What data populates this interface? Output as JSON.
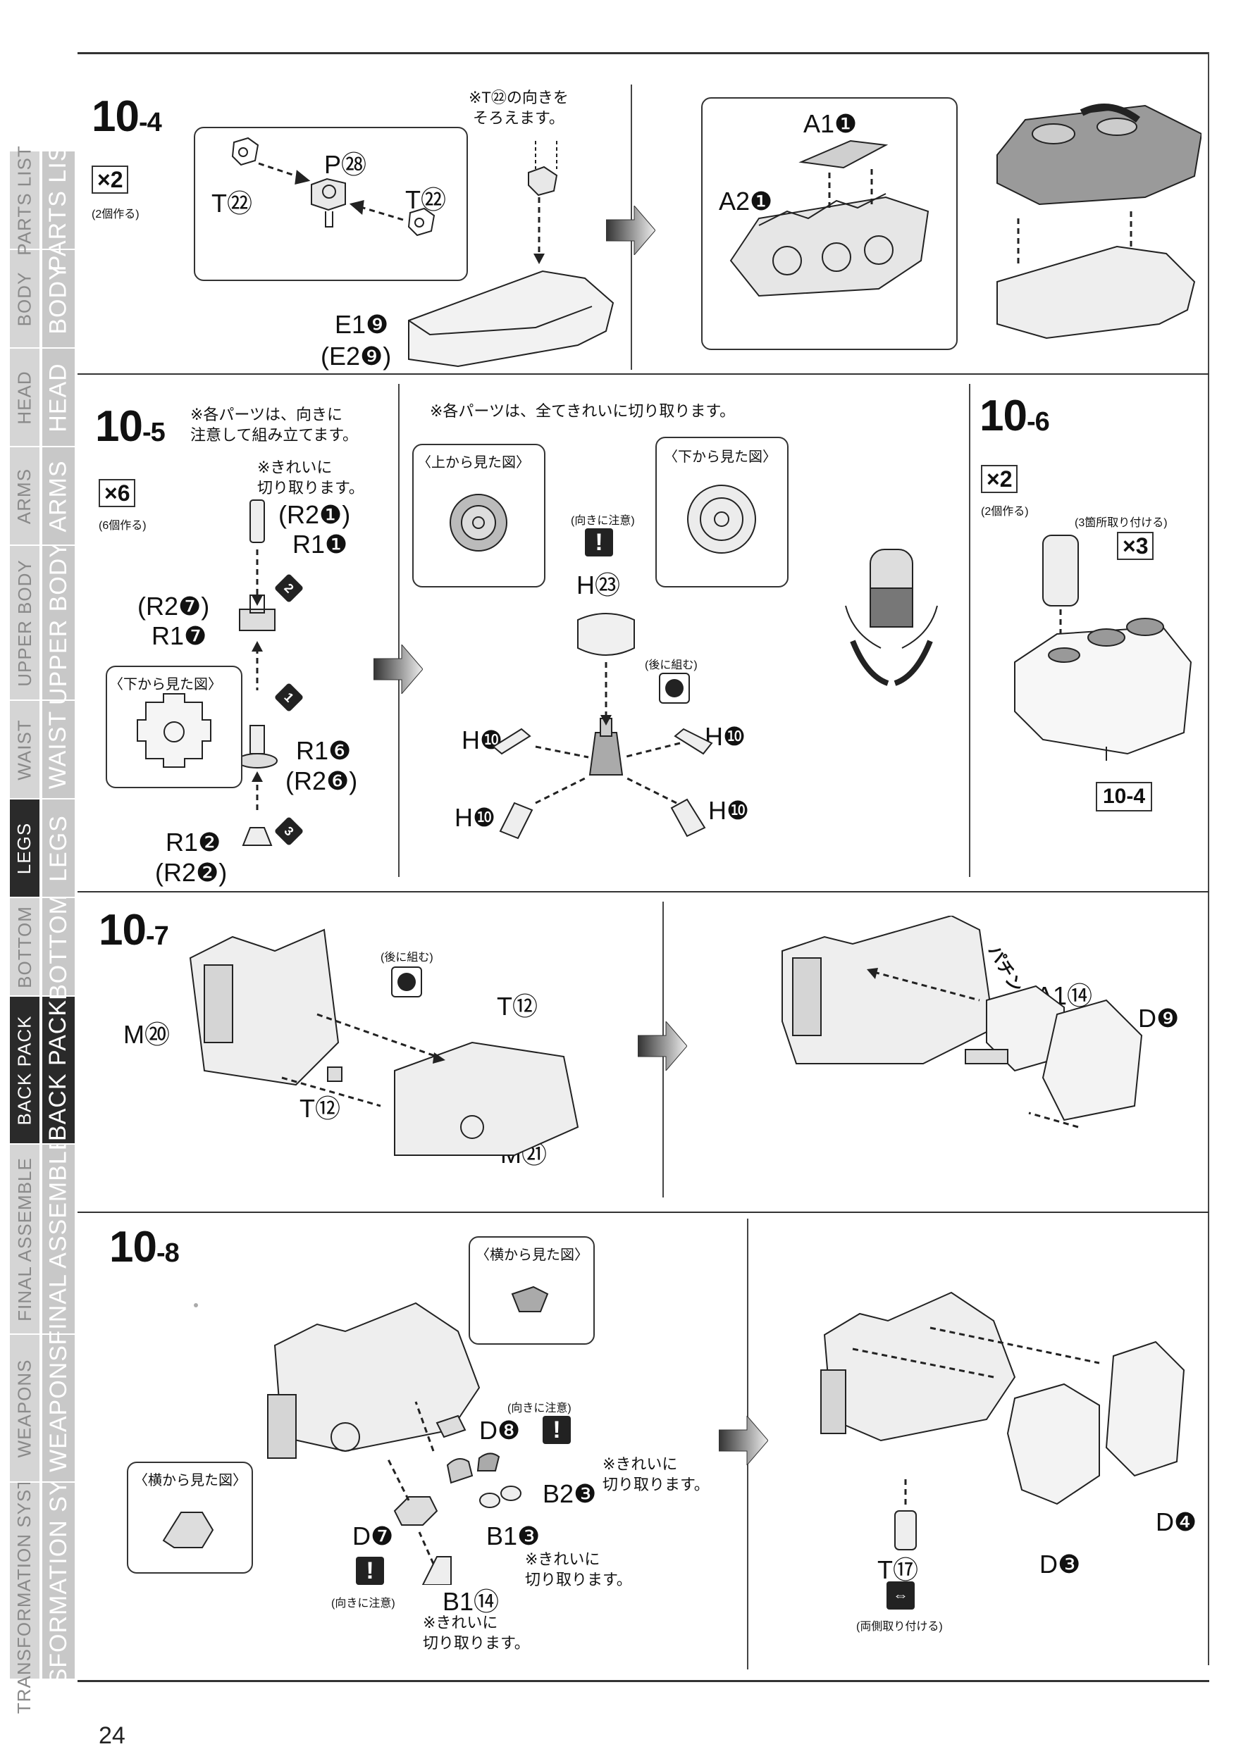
{
  "page": {
    "number": "24"
  },
  "tabs_outer": [
    "TRANSFORMATION SYSTEM",
    "WEAPONS",
    "FINAL ASSEMBLE",
    "BACK PACK",
    "BOTTOM",
    "LEGS",
    "WAIST",
    "UPPER BODY",
    "ARMS",
    "HEAD",
    "BODY",
    "PARTS LIST"
  ],
  "tabs_inner": [
    "TRANSFORMATION SYSTEM",
    "WEAPONS",
    "FINAL ASSEMBLE",
    "BACK PACK",
    "BOTTOM",
    "LEGS",
    "WAIST",
    "UPPER BODY",
    "ARMS",
    "HEAD",
    "BODY",
    "PARTS LIST"
  ],
  "active_tab": "BACK PACK",
  "step_10_4": {
    "title_main": "10",
    "title_sub": "-4",
    "mult": "×2",
    "mult_note": "(2個作る)",
    "note": "※T㉒の向きを\nそろえます。",
    "parts": {
      "p": "P㉘",
      "t_left": "T㉒",
      "t_right": "T㉒",
      "e1": "E1❾",
      "e2": "(E2❾)",
      "a1": "A1❶",
      "a2": "A2❶"
    }
  },
  "step_10_5": {
    "title_main": "10",
    "title_sub": "-5",
    "mult": "×6",
    "mult_note": "(6個作る)",
    "note_orient": "※各パーツは、向きに\n注意して組み立てます。",
    "note_clean": "※きれいに\n切り取ります。",
    "note_all_clean": "※各パーツは、全てきれいに切り取ります。",
    "view_bottom": "〈下から見た図〉",
    "view_top": "〈上から見た図〉",
    "view_bottom2": "〈下から見た図〉",
    "caution": "(向きに注意)",
    "later": "(後に組む)",
    "parts": {
      "r2_1": "(R2❶)",
      "r1_1": "R1❶",
      "r2_7": "(R2❼)",
      "r1_7": "R1❼",
      "r1_6": "R1❻",
      "r2_6": "(R2❻)",
      "r1_2": "R1❷",
      "r2_2": "(R2❷)",
      "h23": "H㉓",
      "h10a": "H❿",
      "h10b": "H❿",
      "h10c": "H❿",
      "h10d": "H❿"
    },
    "steps": [
      "2",
      "1",
      "3"
    ]
  },
  "step_10_6": {
    "title_main": "10",
    "title_sub": "-6",
    "mult": "×2",
    "mult_note": "(2個作る)",
    "attach_note": "(3箇所取り付ける)",
    "times": "×3",
    "ref": "10-4"
  },
  "step_10_7": {
    "title_main": "10",
    "title_sub": "-7",
    "later": "(後に組む)",
    "parts": {
      "m20": "M⑳",
      "t12a": "T⑫",
      "t12b": "T⑫",
      "m21": "M㉑",
      "a1": "A1⑭",
      "d9": "D❾"
    },
    "sfx": "パチン"
  },
  "step_10_8": {
    "title_main": "10",
    "title_sub": "-8",
    "view_side1": "〈横から見た図〉",
    "view_side2": "〈横から見た図〉",
    "caution1": "(向きに注意)",
    "caution2": "(向きに注意)",
    "note_clean1": "※きれいに\n切り取ります。",
    "note_clean2": "※きれいに\n切り取ります。",
    "note_clean3": "※きれいに\n切り取ります。",
    "both_sides": "(両側取り付ける)",
    "parts": {
      "d8": "D❽",
      "b2": "B2❸",
      "b1_3": "B1❸",
      "d7": "D❼",
      "b1_14": "B1⑭",
      "t17": "T⑰",
      "d3": "D❸",
      "d4": "D❹"
    }
  }
}
